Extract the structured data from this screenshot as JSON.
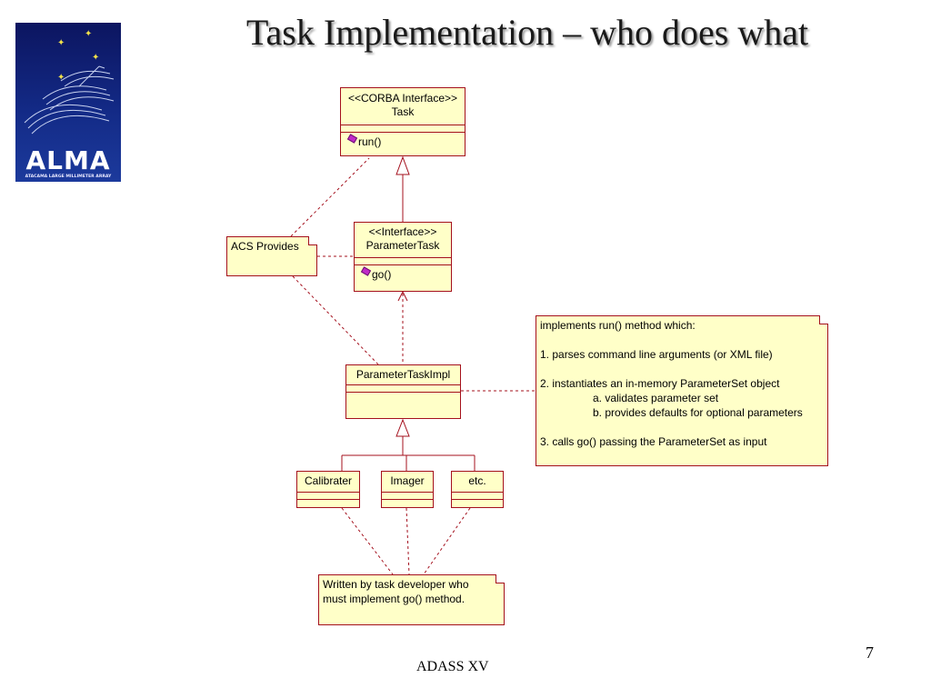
{
  "slide": {
    "title": "Task Implementation – who does what",
    "footer": "ADASS XV",
    "page_number": "7"
  },
  "logo": {
    "name": "ALMA",
    "subtitle": "ATACAMA LARGE MILLIMETER ARRAY"
  },
  "diagram": {
    "task": {
      "stereotype": "<<CORBA Interface>>",
      "name": "Task",
      "operation": "run()"
    },
    "parameter_task": {
      "stereotype": "<<Interface>>",
      "name": "ParameterTask",
      "operation": "go()"
    },
    "parameter_task_impl": {
      "name": "ParameterTaskImpl"
    },
    "subclasses": [
      "Calibrater",
      "Imager",
      "etc."
    ],
    "acs_note": "ACS Provides",
    "impl_note": {
      "line1": "implements run() method which:",
      "line2": "1. parses command line arguments (or XML file)",
      "line3": "2. instantiates an in-memory ParameterSet object",
      "line4": "a. validates parameter set",
      "line5": "b. provides defaults for optional parameters",
      "line6": "3. calls go() passing the ParameterSet as input"
    },
    "developer_note": {
      "line1": "Written by task developer who",
      "line2": "must implement go() method."
    },
    "colors": {
      "line": "#a4101d",
      "fill": "#ffffc8"
    }
  }
}
